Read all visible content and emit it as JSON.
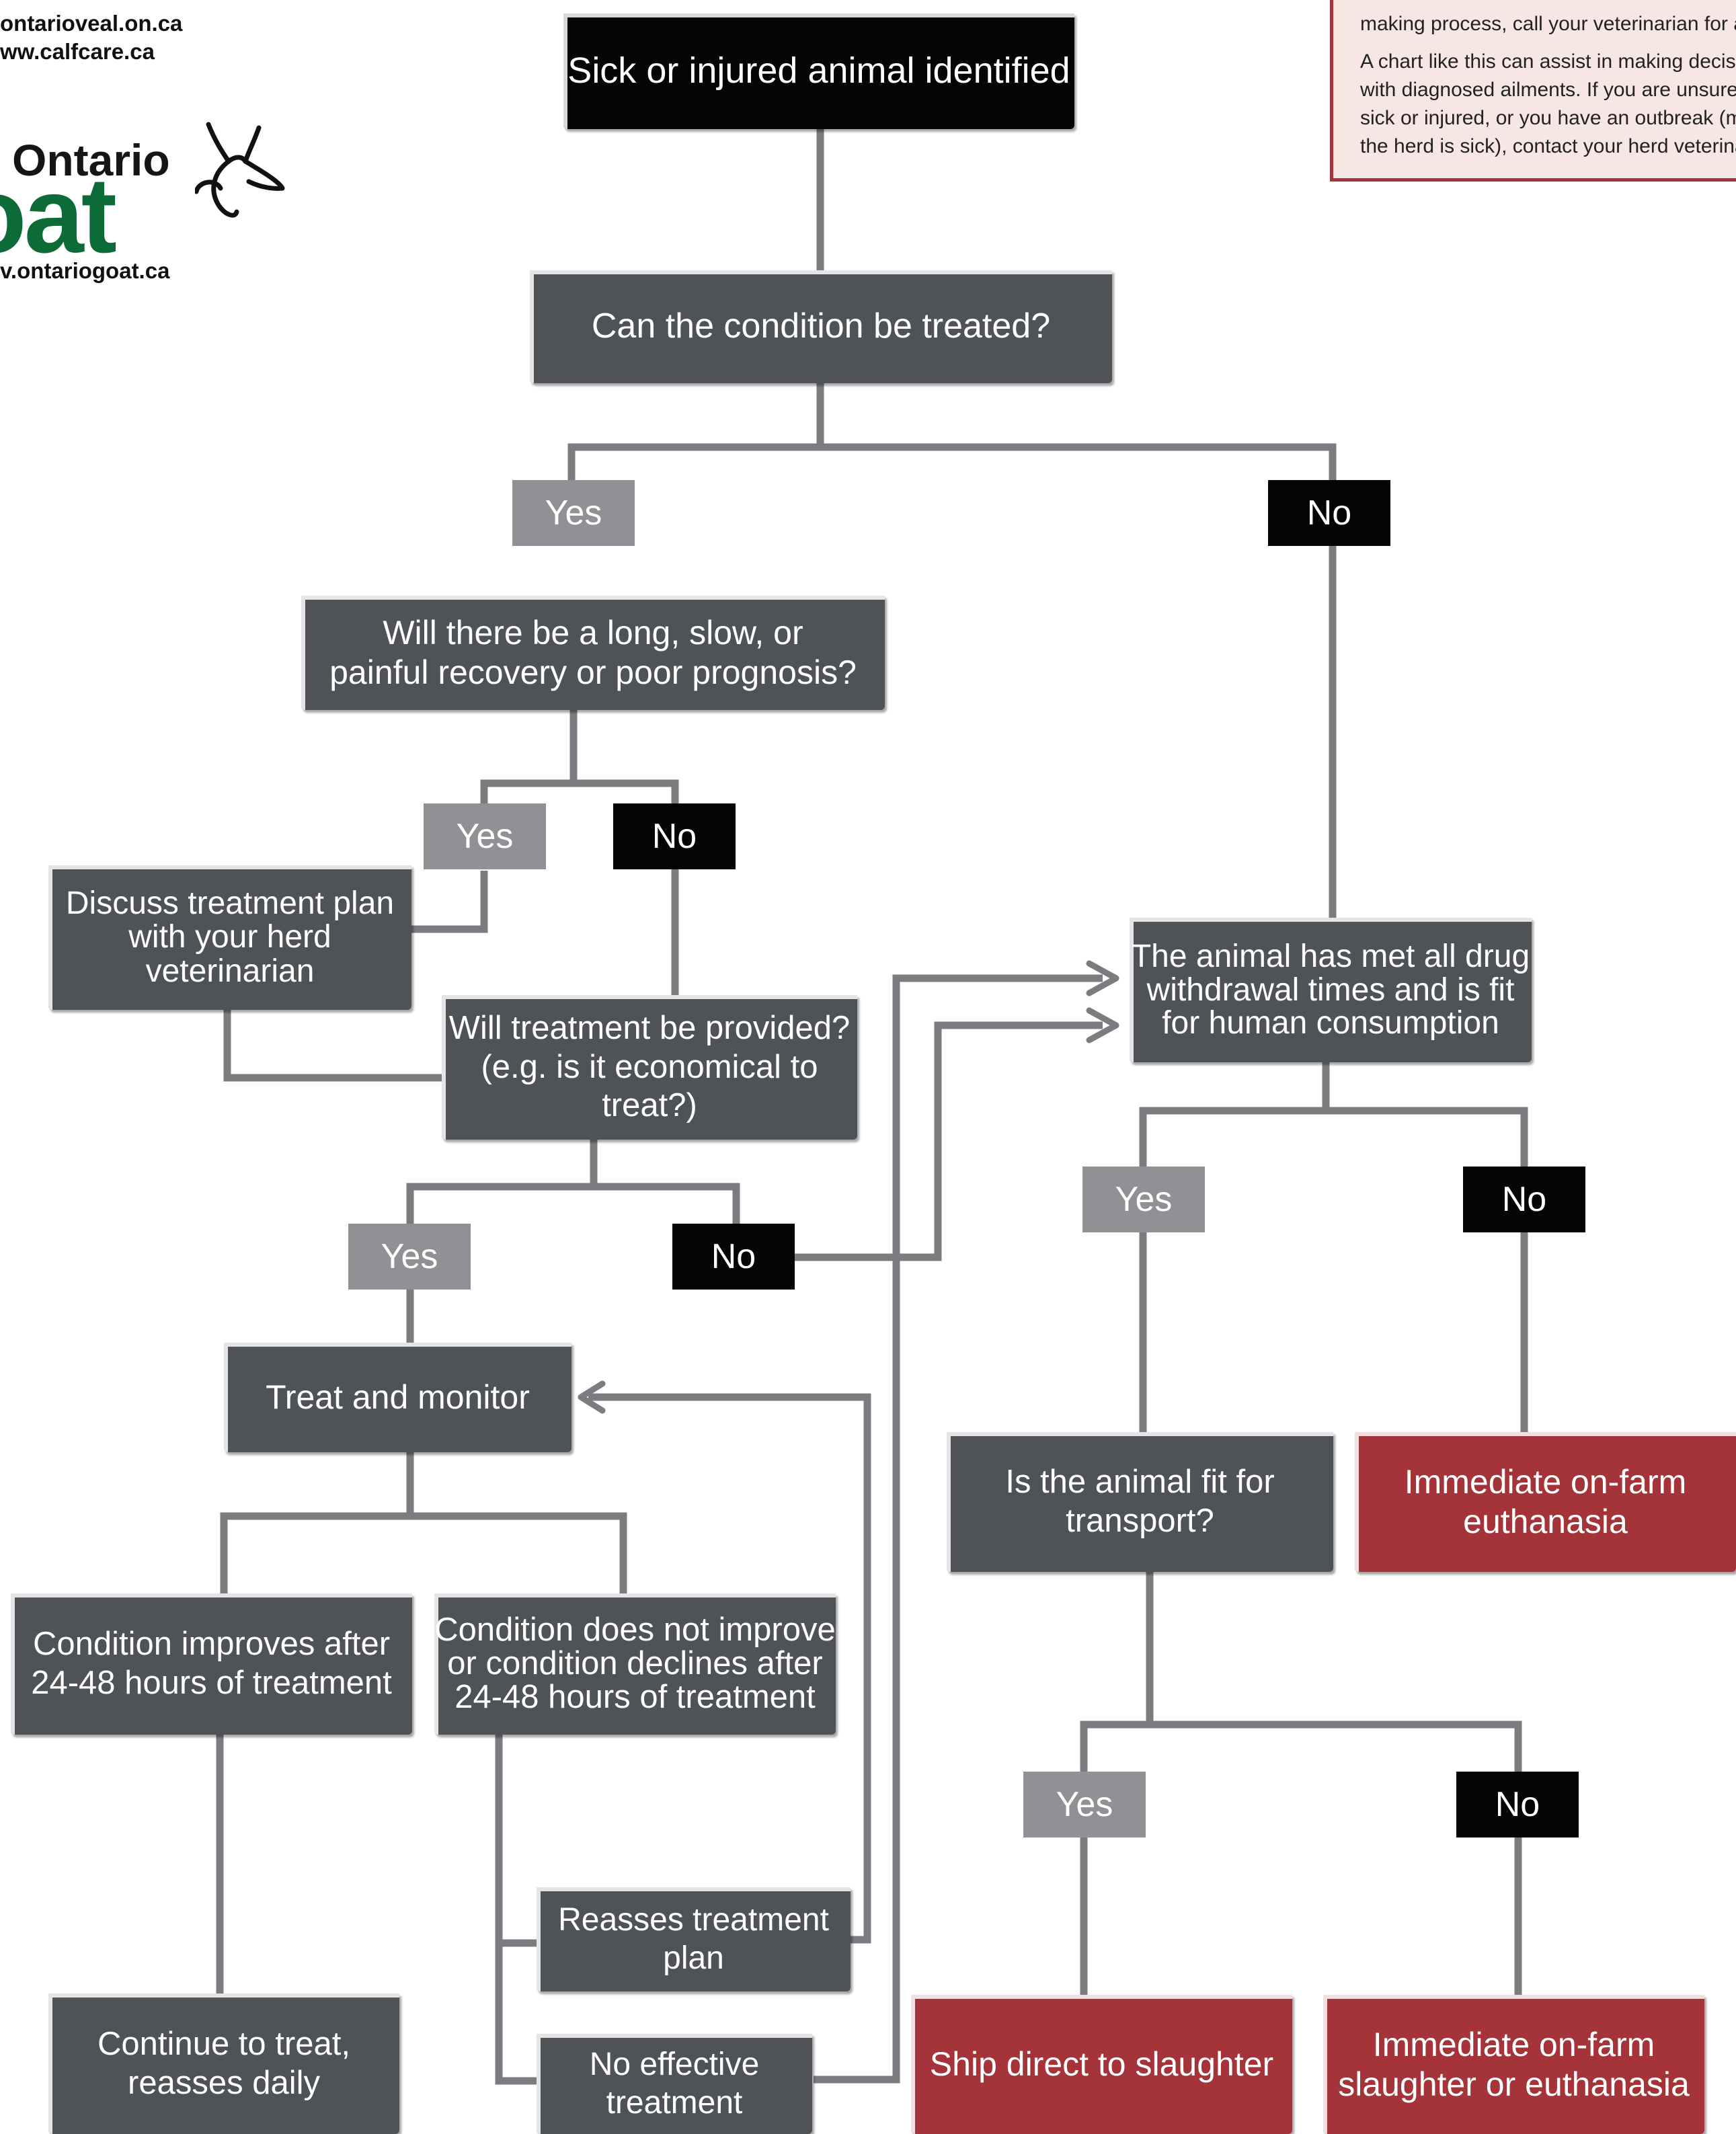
{
  "header": {
    "website_1": "ontarioveal.on.ca",
    "website_2": "ww.calfcare.ca",
    "logo_word_top": "Ontario",
    "logo_word_main": "oat",
    "logo_url": "v.ontariogoat.ca"
  },
  "note": {
    "line_1": "making process, call your veterinarian for advice",
    "paragraph_2": [
      "A chart like this can assist in making decisions a",
      "with diagnosed ailments. If you are unsure why",
      "sick or injured, or you have an outbreak (more",
      "the herd is sick), contact your herd veterinarian."
    ]
  },
  "flowchart": {
    "start": "Sick or injured animal identified",
    "q_treatable": "Can the condition be treated?",
    "q_recovery": "Will there be a long, slow, or\npainful recovery or poor prognosis?",
    "discuss_plan": "Discuss treatment plan\nwith your herd\nveterinarian",
    "q_treatment_provided": "Will treatment be provided?\n(e.g. is it economical to treat?)",
    "treat_monitor": "Treat and monitor",
    "improves": "Condition improves after\n24-48 hours of treatment",
    "not_improve": "Condition does not improve\nor condition declines after\n24-48 hours of treatment",
    "reassess_plan": "Reasses treatment\nplan",
    "no_effective": "No effective\ntreatment",
    "continue_treat": "Continue to treat,\nreasses daily",
    "q_withdrawal": "The animal has met all drug\nwithdrawal times and is fit\nfor human consumption",
    "q_transport": "Is the animal fit for\ntransport?",
    "euthanasia_1": "Immediate on-farm\neuthanasia",
    "ship_slaughter": "Ship direct to slaughter",
    "slaughter_or_euth": "Immediate on-farm\nslaughter or euthanasia",
    "yes_label": "Yes",
    "no_label": "No"
  },
  "colors": {
    "node_gray": "#4f5357",
    "node_black": "#050505",
    "node_red": "#a5333a",
    "label_yes": "#8f9194",
    "connector": "#7a7c7f",
    "logo_green": "#0c6b37"
  }
}
